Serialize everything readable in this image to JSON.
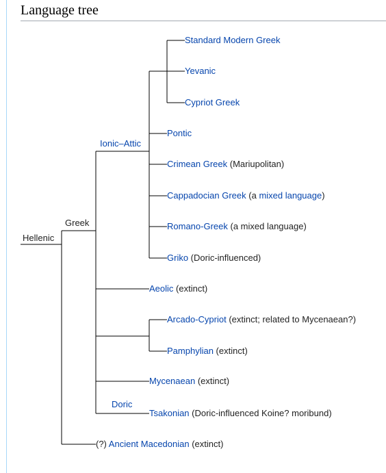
{
  "title": "Language tree",
  "colors": {
    "link": "#0645ad",
    "text": "#222222",
    "line": "#000000",
    "rule": "#a2a9b1",
    "left_rule": "#a7d7f9"
  },
  "nodes": {
    "hellenic": "Hellenic",
    "greek": "Greek",
    "ionic_attic": "Ionic–Attic",
    "doric": "Doric"
  },
  "leaves": {
    "standard_modern_greek": {
      "name": "Standard Modern Greek"
    },
    "yevanic": {
      "name": "Yevanic"
    },
    "cypriot_greek": {
      "name": "Cypriot Greek"
    },
    "pontic": {
      "name": "Pontic"
    },
    "crimean_greek": {
      "name": "Crimean Greek",
      "note": " (Mariupolitan)"
    },
    "cappadocian_greek": {
      "name": "Cappadocian Greek",
      "note_pre": " (a ",
      "note_link": "mixed language",
      "note_post": ")"
    },
    "romano_greek": {
      "name": "Romano-Greek",
      "note": " (a mixed language)"
    },
    "griko": {
      "name": "Griko",
      "note": " (Doric-influenced)"
    },
    "aeolic": {
      "name": "Aeolic",
      "note": " (extinct)"
    },
    "arcado_cypriot": {
      "name": "Arcado-Cypriot",
      "note": " (extinct; related to Mycenaean?)"
    },
    "pamphylian": {
      "name": "Pamphylian",
      "note": " (extinct)"
    },
    "mycenaean": {
      "name": "Mycenaean",
      "note": " (extinct)"
    },
    "tsakonian": {
      "name": "Tsakonian",
      "note": " (Doric-influenced Koine? moribund)"
    },
    "ancient_macedonian": {
      "prefix": "(?) ",
      "name": "Ancient Macedonian",
      "note": " (extinct)"
    }
  }
}
